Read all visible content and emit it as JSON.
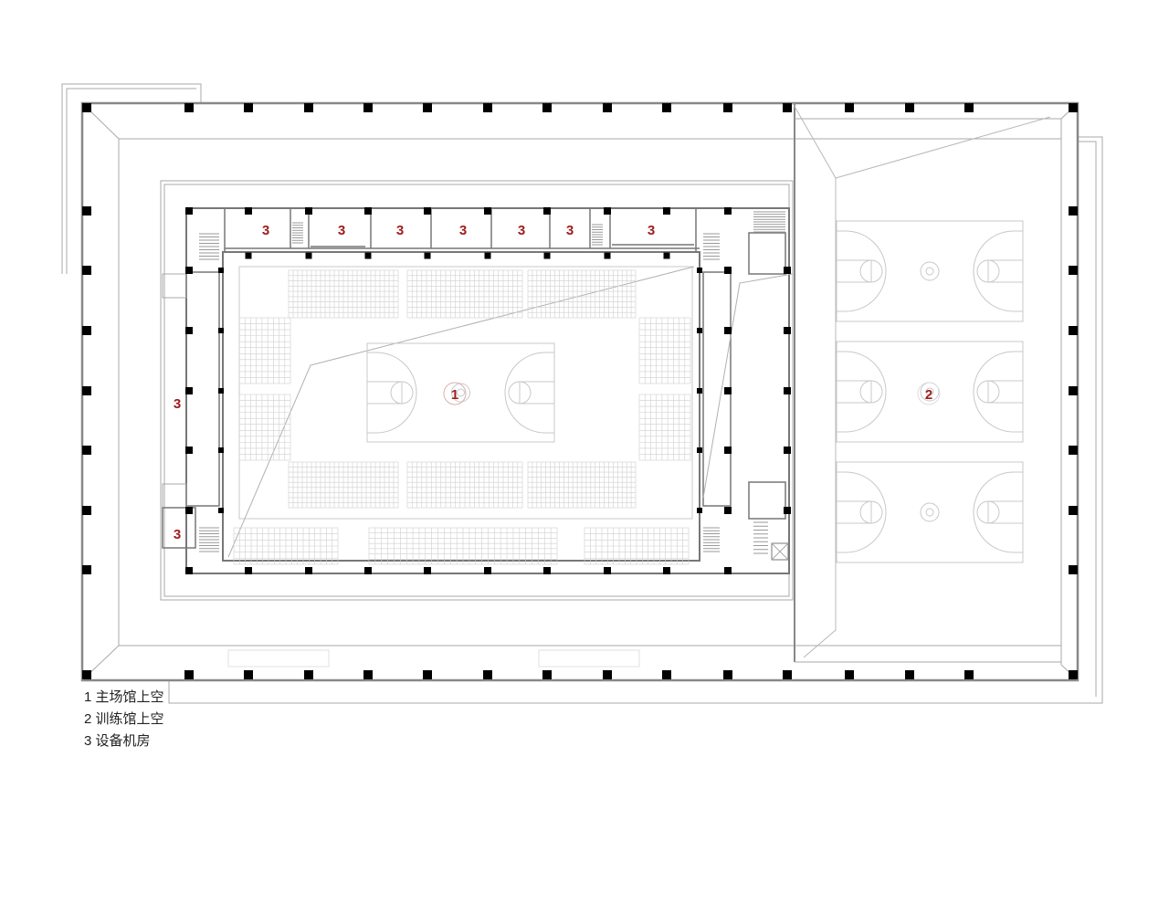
{
  "plan": {
    "label_color": "#a01c1c",
    "line_color": "#9a9a9a",
    "column_color": "#000000",
    "labels": {
      "main_hall": "1",
      "training_hall": "2",
      "equipment_rooms": [
        "3",
        "3",
        "3",
        "3",
        "3",
        "3",
        "3",
        "3",
        "3"
      ]
    }
  },
  "legend": [
    {
      "num": "1",
      "text": "主场馆上空"
    },
    {
      "num": "2",
      "text": "训练馆上空"
    },
    {
      "num": "3",
      "text": "设备机房"
    }
  ]
}
